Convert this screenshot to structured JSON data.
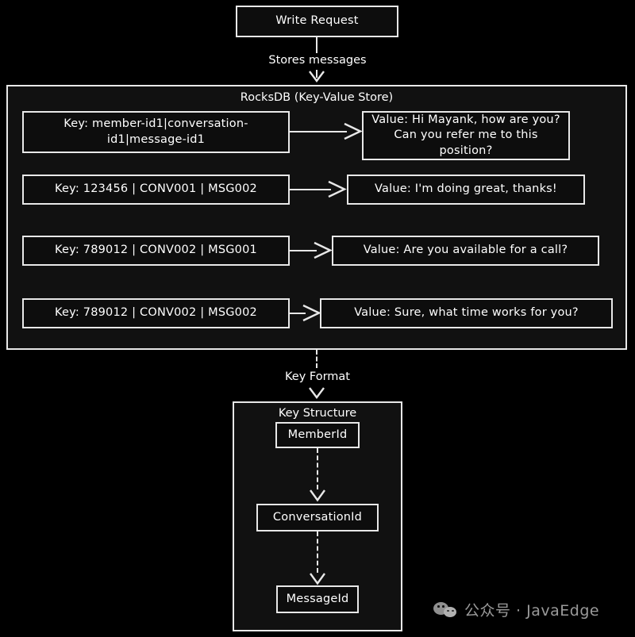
{
  "diagram": {
    "top_node": {
      "label": "Write Request"
    },
    "edge_top": {
      "label": "Stores messages"
    },
    "rocksdb": {
      "title": "RocksDB (Key-Value Store)",
      "rows": [
        {
          "key": "Key: member-id1|conversation-id1|message-id1",
          "value": "Value: Hi Mayank, how are you? Can you refer me to this position?"
        },
        {
          "key": "Key: 123456 | CONV001 | MSG002",
          "value": "Value: I'm doing great, thanks!"
        },
        {
          "key": "Key: 789012 | CONV002 | MSG001",
          "value": "Value: Are you available for a call?"
        },
        {
          "key": "Key: 789012 | CONV002 | MSG002",
          "value": "Value: Sure, what time works for you?"
        }
      ]
    },
    "edge_bottom": {
      "label": "Key Format"
    },
    "key_structure": {
      "title": "Key Structure",
      "nodes": [
        {
          "label": "MemberId"
        },
        {
          "label": "ConversationId"
        },
        {
          "label": "MessageId"
        }
      ]
    }
  },
  "watermark": {
    "text": "公众号 · JavaEdge"
  },
  "colors": {
    "background": "#000000",
    "panel": "#111111",
    "stroke": "#e8e8e8",
    "text": "#ffffff",
    "watermark_text": "#9a9a9a"
  }
}
